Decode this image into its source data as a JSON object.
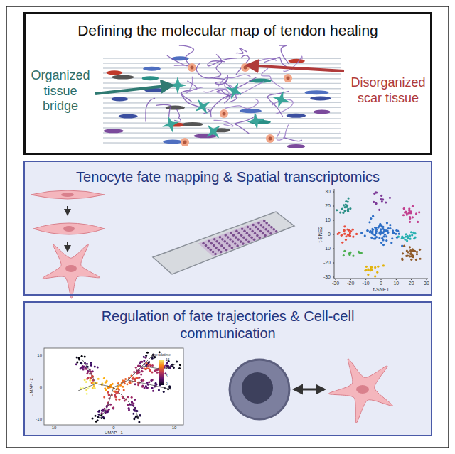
{
  "diagram": {
    "nodes": [
      {
        "text": [
          "Defining the molecular map of tendon healing"
        ]
      },
      {
        "text": [
          "Tenocyte fate mapping & Spatial transcriptomics"
        ]
      },
      {
        "text": [
          "Regulation of fate trajectories & Cell-cell communication"
        ]
      }
    ],
    "labels": [
      "Organized tissue bridge",
      "Disorganized scar tissue",
      "30",
      "20",
      "10",
      "0",
      "-10",
      "-20",
      "-30",
      "-30",
      "-20",
      "-10",
      "0",
      "10",
      "20",
      "30",
      "t-SNE2",
      "t-SNE1",
      "10",
      "0",
      "-10",
      "-10",
      "0",
      "10",
      "UMAP - 2",
      "UMAP - 1",
      "pseudotime",
      "15",
      "10",
      "5",
      "0"
    ]
  }
}
